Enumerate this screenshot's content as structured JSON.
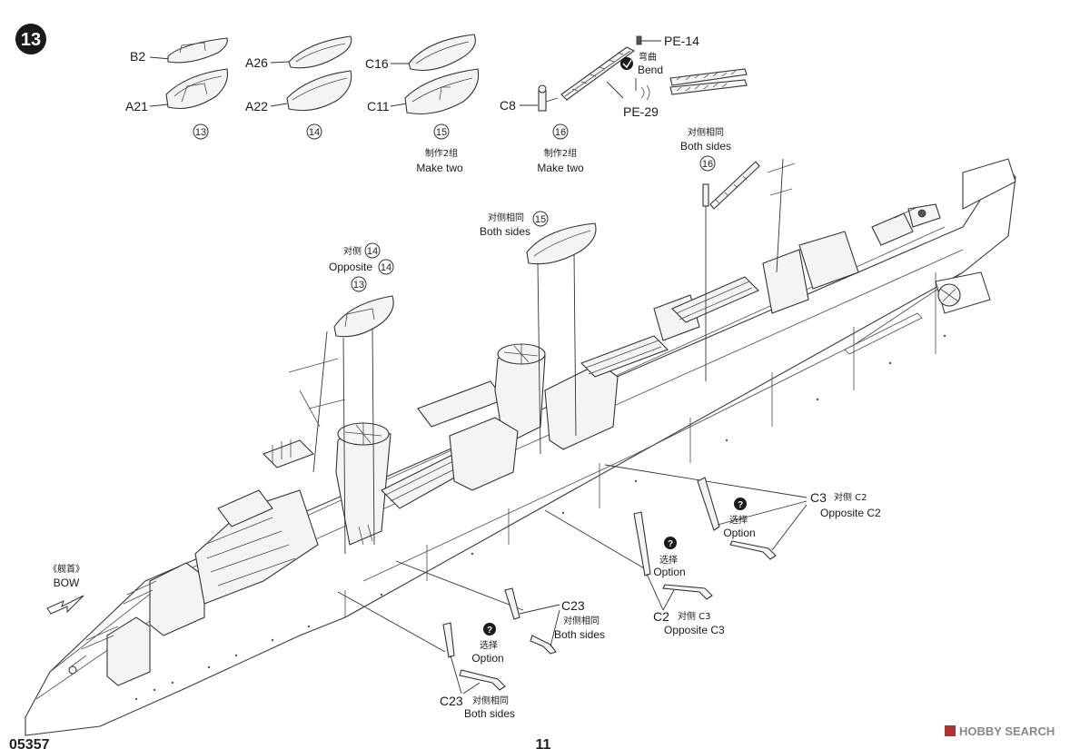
{
  "step": {
    "number": "13"
  },
  "top_parts": {
    "group13": {
      "labels": [
        "B2",
        "A21"
      ],
      "ref": "13"
    },
    "group14": {
      "labels": [
        "A26",
        "A22"
      ],
      "ref": "14"
    },
    "group15": {
      "labels": [
        "C16",
        "C11"
      ],
      "ref": "15",
      "note_cn": "制作2组",
      "note_en": "Make two"
    },
    "group16": {
      "labels": [
        "C8",
        "PE-14",
        "PE-29"
      ],
      "ref": "16",
      "note_cn": "制作2组",
      "note_en": "Make two",
      "bend_cn": "弯曲",
      "bend_en": "Bend"
    }
  },
  "callouts": {
    "crane": {
      "cn": "对侧相同",
      "en": "Both sides",
      "ref": "16"
    },
    "boat15": {
      "cn": "对侧相同",
      "en": "Both sides",
      "ref": "15"
    },
    "boat14": {
      "cn": "对侧",
      "en": "Opposite",
      "ref_a": "14",
      "ref_b": "14",
      "ref_c": "13"
    },
    "bow": {
      "cn": "《舰首》",
      "en": "BOW"
    },
    "c3": {
      "label": "C3",
      "cn": "对侧 C2",
      "en": "Opposite  C2",
      "opt_cn": "选择",
      "opt_en": "Option"
    },
    "c2": {
      "label": "C2",
      "cn": "对侧 C3",
      "en": "Opposite C3",
      "opt_cn": "选择",
      "opt_en": "Option"
    },
    "c23a": {
      "label": "C23",
      "cn": "对侧相同",
      "en": "Both sides"
    },
    "c23b": {
      "label": "C23",
      "cn": "对侧相同",
      "en": "Both sides",
      "opt_cn": "选择",
      "opt_en": "Option"
    }
  },
  "question_mark": "?",
  "footer": {
    "left": "05357",
    "center": "11",
    "watermark": "HOBBY SEARCH"
  }
}
